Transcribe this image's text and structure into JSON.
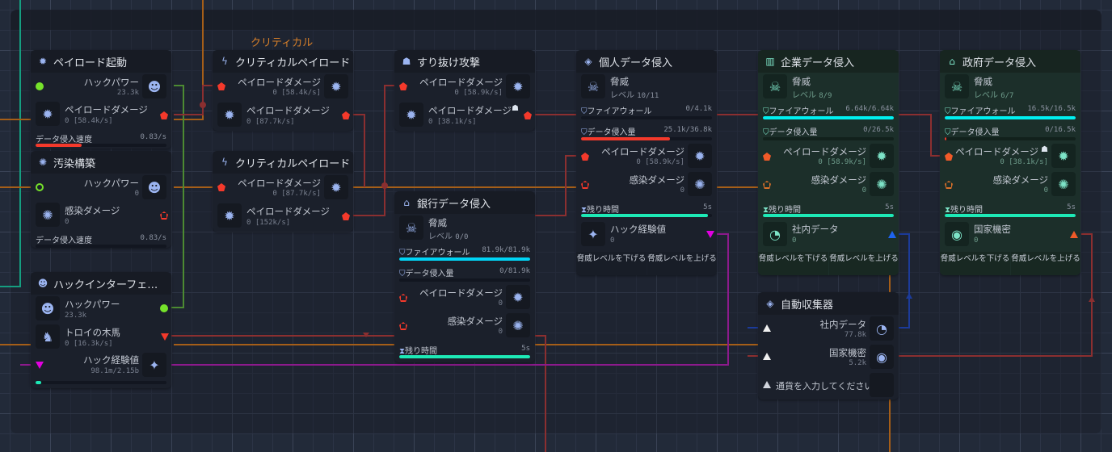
{
  "group": {
    "label": "クリティカル"
  },
  "colors": {
    "bg": "#222a39",
    "accent_red": "#f4392b",
    "accent_teal": "#1de9b6",
    "accent_cyan": "#00e5ff",
    "accent_orange": "#d8802a",
    "accent_magenta": "#e100e1",
    "accent_green": "#76e22b",
    "accent_blue": "#1e64f0"
  },
  "nodes": {
    "payload_start": {
      "title": "ペイロード起動",
      "icon": "gear-burst-icon",
      "hack_power_label": "ハックパワー",
      "hack_power_value": "23.3k",
      "payload_label": "ペイロードダメージ",
      "payload_value": "0 [58.4k/s]",
      "rate_label": "データ侵入速度",
      "rate_value": "0.83/s",
      "rate_progress": 0.35
    },
    "infection_build": {
      "title": "汚染構築",
      "icon": "virus-icon",
      "hack_power_label": "ハックパワー",
      "hack_power_value": "0",
      "infect_label": "感染ダメージ",
      "infect_value": "0",
      "rate_label": "データ侵入速度",
      "rate_value": "0.83/s",
      "rate_progress": 0
    },
    "hack_interface": {
      "title": "ハックインターフェ…",
      "icon": "hacker-icon",
      "hack_power_label": "ハックパワー",
      "hack_power_value": "23.3k",
      "trojan_label": "トロイの木馬",
      "trojan_value": "0 [16.3k/s]",
      "exp_label": "ハック経験値",
      "exp_value": "98.1m/2.15b",
      "exp_progress": 0.045
    },
    "critical1": {
      "title": "クリティカルペイロード",
      "icon": "lightning-icon",
      "in_label": "ペイロードダメージ",
      "in_value": "0 [58.4k/s]",
      "out_label": "ペイロードダメージ",
      "out_value": "0 [87.7k/s]"
    },
    "critical2": {
      "title": "クリティカルペイロード",
      "icon": "lightning-icon",
      "in_label": "ペイロードダメージ",
      "in_value": "0 [87.7k/s]",
      "out_label": "ペイロードダメージ",
      "out_value": "0 [152k/s]"
    },
    "bypass": {
      "title": "すり抜け攻撃",
      "icon": "ghost-icon",
      "in_label": "ペイロードダメージ",
      "in_value": "0 [58.9k/s]",
      "out_label": "ペイロードダメージ",
      "out_value": "0 [38.1k/s]"
    },
    "bank": {
      "title": "銀行データ侵入",
      "icon": "bank-icon",
      "threat_label": "脅威",
      "level_label": "レベル",
      "level_value": "0/0",
      "firewall_label": "ファイアウォール",
      "firewall_value": "81.9k/81.9k",
      "firewall_progress": 1.0,
      "intrusion_label": "データ侵入量",
      "intrusion_value": "0/81.9k",
      "intrusion_progress": 0,
      "payload_label": "ペイロードダメージ",
      "payload_value": "0",
      "infect_label": "感染ダメージ",
      "infect_value": "0",
      "time_label": "残り時間",
      "time_value": "5s",
      "time_progress": 1.0
    },
    "personal": {
      "title": "個人データ侵入",
      "icon": "layers-icon",
      "threat_label": "脅威",
      "level_label": "レベル",
      "level_value": "10/11",
      "firewall_label": "ファイアウォール",
      "firewall_value": "0/4.1k",
      "firewall_progress": 0,
      "intrusion_label": "データ侵入量",
      "intrusion_value": "25.1k/36.8k",
      "intrusion_progress": 0.68,
      "payload_label": "ペイロードダメージ",
      "payload_value": "0 [58.9k/s]",
      "infect_label": "感染ダメージ",
      "infect_value": "0",
      "time_label": "残り時間",
      "time_value": "5s",
      "time_progress": 0.97,
      "output_label": "ハック経験値",
      "output_value": "0",
      "lower_btn": "脅威レベルを下げる",
      "raise_btn": "脅威レベルを上げる"
    },
    "corporate": {
      "title": "企業データ侵入",
      "icon": "building-icon",
      "threat_label": "脅威",
      "level_label": "レベル",
      "level_value": "8/9",
      "firewall_label": "ファイアウォール",
      "firewall_value": "6.64k/6.64k",
      "firewall_progress": 1.0,
      "intrusion_label": "データ侵入量",
      "intrusion_value": "0/26.5k",
      "intrusion_progress": 0,
      "payload_label": "ペイロードダメージ",
      "payload_value": "0 [58.9k/s]",
      "infect_label": "感染ダメージ",
      "infect_value": "0",
      "time_label": "残り時間",
      "time_value": "5s",
      "time_progress": 1.0,
      "output_label": "社内データ",
      "output_value": "0",
      "lower_btn": "脅威レベルを下げる",
      "raise_btn": "脅威レベルを上げる"
    },
    "government": {
      "title": "政府データ侵入",
      "icon": "government-icon",
      "threat_label": "脅威",
      "level_label": "レベル",
      "level_value": "6/7",
      "firewall_label": "ファイアウォール",
      "firewall_value": "16.5k/16.5k",
      "firewall_progress": 1.0,
      "intrusion_label": "データ侵入量",
      "intrusion_value": "0/16.5k",
      "intrusion_progress": 0.01,
      "payload_label": "ペイロードダメージ",
      "payload_value": "0 [38.1k/s]",
      "infect_label": "感染ダメージ",
      "infect_value": "0",
      "time_label": "残り時間",
      "time_value": "5s",
      "time_progress": 1.0,
      "output_label": "国家機密",
      "output_value": "0",
      "lower_btn": "脅威レベルを下げる",
      "raise_btn": "脅威レベルを上げる"
    },
    "collector": {
      "title": "自動収集器",
      "icon": "collector-icon",
      "corp_label": "社内データ",
      "corp_value": "77.8k",
      "secret_label": "国家機密",
      "secret_value": "5.2k",
      "currency_placeholder": "通貨を入力してください"
    }
  }
}
